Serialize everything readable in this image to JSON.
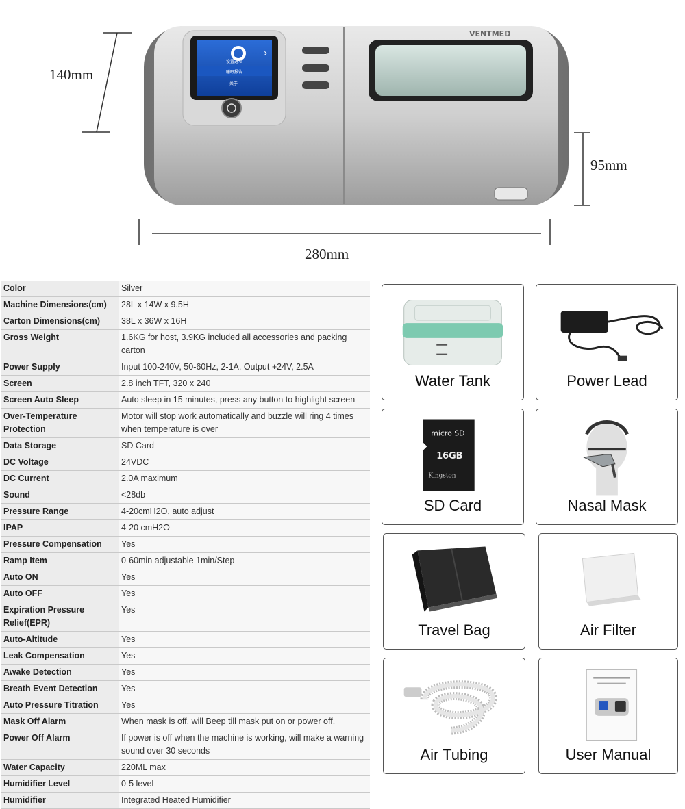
{
  "dimensions": {
    "height": "140mm",
    "depth": "95mm",
    "length": "280mm"
  },
  "device": {
    "brand_text": "VENTMED",
    "screen_menu": [
      "睡眠报告",
      "关于"
    ],
    "screen_title": "设置选项"
  },
  "specs": [
    {
      "k": "Color",
      "v": "Silver"
    },
    {
      "k": "Machine Dimensions(cm)",
      "v": "28L x 14W x 9.5H"
    },
    {
      "k": "Carton Dimensions(cm)",
      "v": "38L x 36W x 16H"
    },
    {
      "k": "Gross Weight",
      "v": "1.6KG for host, 3.9KG included all accessories and packing carton"
    },
    {
      "k": "Power Supply",
      "v": "Input 100-240V, 50-60Hz, 2-1A, Output +24V, 2.5A"
    },
    {
      "k": "Screen",
      "v": "2.8 inch TFT, 320 x 240"
    },
    {
      "k": "Screen Auto Sleep",
      "v": "Auto sleep in 15 minutes, press any button to highlight screen"
    },
    {
      "k": "Over-Temperature Protection",
      "v": "Motor will stop work automatically and buzzle will ring 4 times when temperature is over"
    },
    {
      "k": "Data Storage",
      "v": "SD Card"
    },
    {
      "k": "DC Voltage",
      "v": "24VDC"
    },
    {
      "k": "DC Current",
      "v": "2.0A maximum"
    },
    {
      "k": "Sound",
      "v": "<28db"
    },
    {
      "k": "Pressure Range",
      "v": "4-20cmH2O, auto adjust"
    },
    {
      "k": "IPAP",
      "v": "4-20 cmH2O"
    },
    {
      "k": "Pressure Compensation",
      "v": "Yes"
    },
    {
      "k": "Ramp Item",
      "v": "0-60min adjustable 1min/Step"
    },
    {
      "k": "Auto ON",
      "v": "Yes"
    },
    {
      "k": "Auto OFF",
      "v": "Yes"
    },
    {
      "k": "Expiration Pressure Relief(EPR)",
      "v": "Yes"
    },
    {
      "k": "Auto-Altitude",
      "v": "Yes"
    },
    {
      "k": "Leak Compensation",
      "v": "Yes"
    },
    {
      "k": "Awake Detection",
      "v": "Yes"
    },
    {
      "k": "Breath Event Detection",
      "v": "Yes"
    },
    {
      "k": "Auto Pressure Titration",
      "v": "Yes"
    },
    {
      "k": "Mask Off Alarm",
      "v": "When mask is off, will Beep till mask put on or power off."
    },
    {
      "k": "Power Off Alarm",
      "v": "If power is off when the machine is working, will make a warning sound over 30 seconds"
    },
    {
      "k": "Water Capacity",
      "v": "220ML max"
    },
    {
      "k": "Humidifier Level",
      "v": "0-5 level"
    },
    {
      "k": "Humidifier",
      "v": "Integrated Heated Humidifier"
    }
  ],
  "accessories": [
    {
      "id": "water-tank",
      "label": "Water Tank"
    },
    {
      "id": "power-lead",
      "label": "Power Lead"
    },
    {
      "id": "sd-card",
      "label": "SD Card",
      "card_text": "micro SD",
      "card_size": "16GB",
      "card_brand": "Kingston"
    },
    {
      "id": "nasal-mask",
      "label": "Nasal Mask"
    },
    {
      "id": "travel-bag",
      "label": "Travel Bag"
    },
    {
      "id": "air-filter",
      "label": "Air Filter"
    },
    {
      "id": "air-tubing",
      "label": "Air Tubing"
    },
    {
      "id": "user-manual",
      "label": "User Manual"
    }
  ]
}
